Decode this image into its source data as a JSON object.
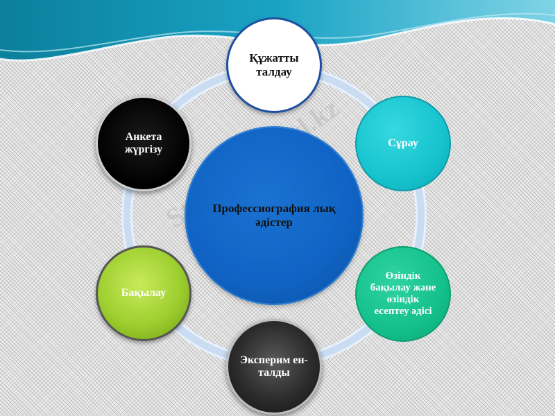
{
  "diagram": {
    "center": {
      "label": "Профессиография лық әдістер"
    },
    "nodes": [
      {
        "id": "top",
        "label": "Құжатты талдау"
      },
      {
        "id": "upper-right",
        "label": "Сұрау"
      },
      {
        "id": "lower-right",
        "label": "Өзіндік бақылау және өзіндік есептеу әдісі"
      },
      {
        "id": "bottom",
        "label": "Эксперим ен-талды"
      },
      {
        "id": "lower-left",
        "label": "Бақылау"
      },
      {
        "id": "upper-left",
        "label": "Анкета жүргізу"
      }
    ]
  },
  "watermark": {
    "text": "Stud.kz - Stud.kz"
  },
  "colors": {
    "header_wave": "#1aa3c4",
    "ring": "#c9dcf2",
    "center": "#1063c4",
    "node_top": "#ffffff",
    "node_upper_right": "#16c3ce",
    "node_lower_right": "#14c08b",
    "node_bottom": "#2c2c2c",
    "node_lower_left": "#9dcf2f",
    "node_upper_left": "#000000"
  }
}
